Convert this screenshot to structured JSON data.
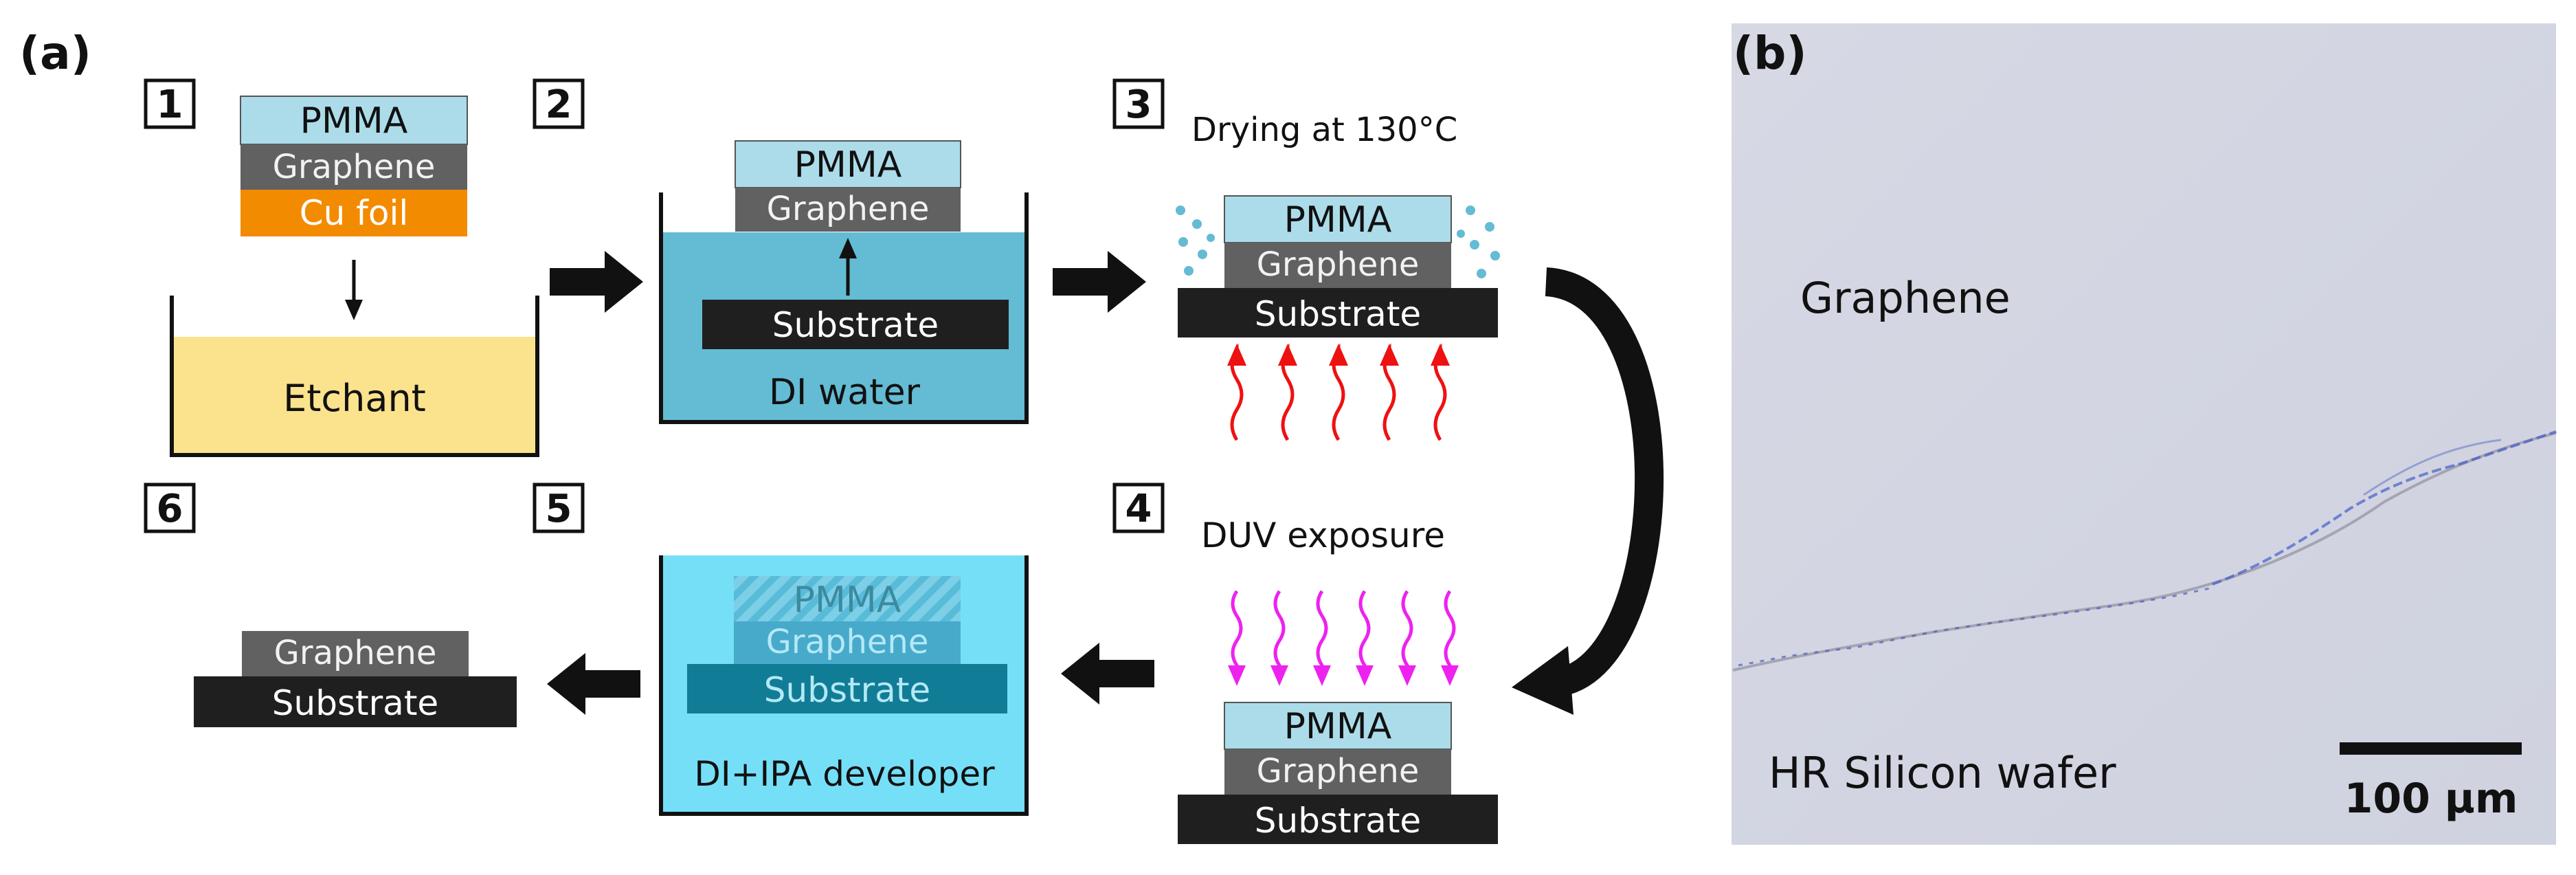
{
  "panel_a_label": "(a)",
  "panel_b_label": "(b)",
  "steps": {
    "s1": "1",
    "s2": "2",
    "s3": "3",
    "s4": "4",
    "s5": "5",
    "s6": "6"
  },
  "layers": {
    "pmma": "PMMA",
    "graphene": "Graphene",
    "cu_foil": "Cu foil",
    "substrate": "Substrate"
  },
  "baths": {
    "etchant": "Etchant",
    "di_water": "DI water",
    "developer": "DI+IPA developer"
  },
  "processes": {
    "drying": "Drying at 130°C",
    "duv": "DUV exposure"
  },
  "micrograph": {
    "graphene_label": "Graphene",
    "wafer_label": "HR Silicon wafer",
    "scale_bar": "100 µm"
  },
  "colors": {
    "pmma": "#acdcea",
    "graphene": "#616161",
    "cu_foil": "#f38b00",
    "substrate": "#1f1f1f",
    "etchant": "#fbe38d",
    "di_water": "#64bbd4",
    "developer": "#76dff8",
    "heat": "#ee1111",
    "uv": "#ee22ee",
    "micrograph_bg": "#d2d5e2"
  }
}
